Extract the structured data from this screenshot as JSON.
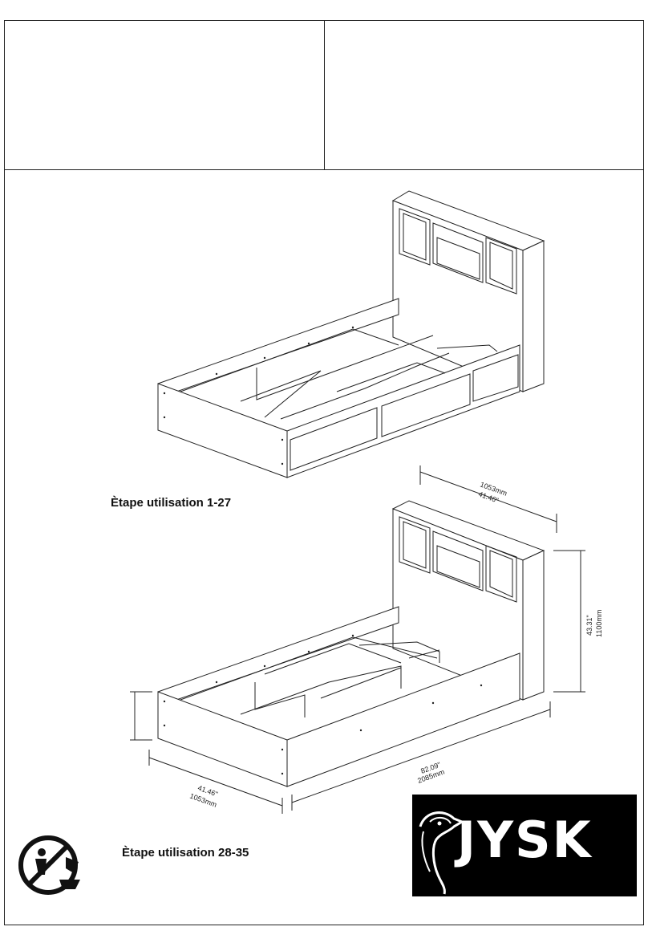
{
  "captions": {
    "step_1": "Ètape utilisation 1-27",
    "step_2": "Ètape utilisation 28-35"
  },
  "dimensions": {
    "headboard_width_mm": "1053mm",
    "headboard_width_in": "41.46\"",
    "height_in": "43.31\"",
    "height_mm": "1100mm",
    "length_in": "82.09\"",
    "length_mm": "2085mm",
    "bed_width_in": "41.46\"",
    "bed_width_mm": "1053mm"
  },
  "brand": {
    "name": "JYSK",
    "background": "#000000",
    "text_color": "#ffffff"
  },
  "icons": {
    "recycling": "recycling-icon",
    "bird": "bird-logo-icon"
  }
}
